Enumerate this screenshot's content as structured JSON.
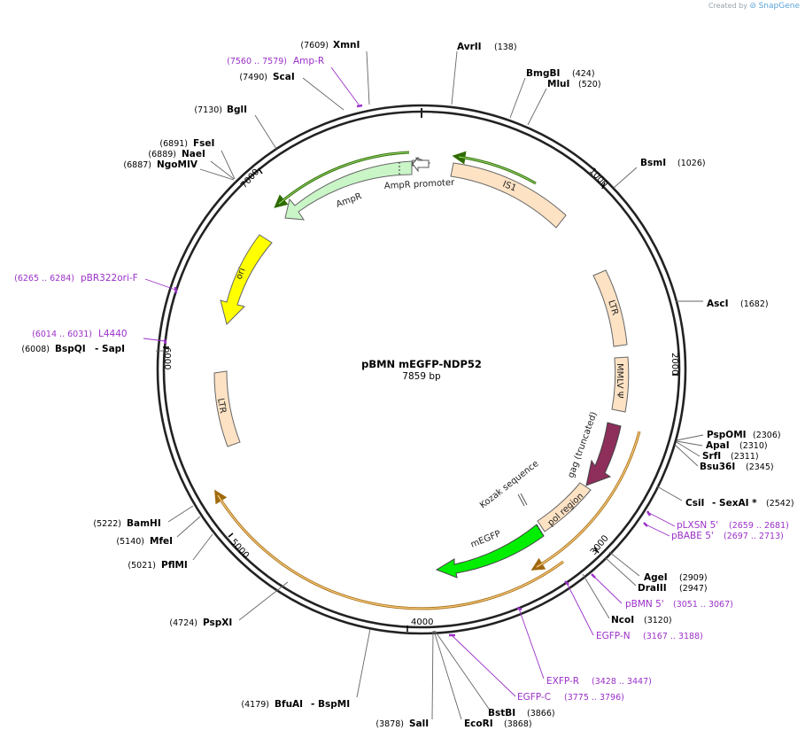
{
  "credit": {
    "prefix": "Created by",
    "brand": "SnapGene"
  },
  "plasmid": {
    "name": "pBMN mEGFP-NDP52",
    "length_label": "7859 bp",
    "length": 7859
  },
  "ticks": [
    "1000",
    "2000",
    "3000",
    "4000",
    "5000",
    "6000",
    "7000"
  ],
  "sites": [
    {
      "name": "XmnI",
      "pos": "(7609)"
    },
    {
      "name": "ScaI",
      "pos": "(7490)"
    },
    {
      "name": "BglI",
      "pos": "(7130)"
    },
    {
      "name": "FseI",
      "pos": "(6891)"
    },
    {
      "name": "NaeI",
      "pos": "(6889)"
    },
    {
      "name": "NgoMIV",
      "pos": "(6887)"
    },
    {
      "name": "BspQI",
      "pos": "(6008)",
      "extra": "- SapI"
    },
    {
      "name": "BamHI",
      "pos": "(5222)"
    },
    {
      "name": "MfeI",
      "pos": "(5140)"
    },
    {
      "name": "PflMI",
      "pos": "(5021)"
    },
    {
      "name": "PspXI",
      "pos": "(4724)"
    },
    {
      "name": "BfuAI",
      "pos": "(4179)",
      "extra": "- BspMI"
    },
    {
      "name": "SalI",
      "pos": "(3878)"
    },
    {
      "name": "EcoRI",
      "pos": "(3868)"
    },
    {
      "name": "BstBI",
      "pos": "(3866)"
    },
    {
      "name": "AvrII",
      "pos": "(138)"
    },
    {
      "name": "BmgBI",
      "pos": "(424)"
    },
    {
      "name": "MluI",
      "pos": "(520)"
    },
    {
      "name": "BsmI",
      "pos": "(1026)"
    },
    {
      "name": "AscI",
      "pos": "(1682)"
    },
    {
      "name": "PspOMI",
      "pos": "(2306)"
    },
    {
      "name": "ApaI",
      "pos": "(2310)"
    },
    {
      "name": "SrfI",
      "pos": "(2311)"
    },
    {
      "name": "Bsu36I",
      "pos": "(2345)"
    },
    {
      "name": "CsiI",
      "pos": "(2542)",
      "extra": "- SexAI *"
    },
    {
      "name": "AgeI",
      "pos": "(2909)"
    },
    {
      "name": "DraIII",
      "pos": "(2947)"
    },
    {
      "name": "NcoI",
      "pos": "(3120)"
    }
  ],
  "primers": [
    {
      "name": "Amp-R",
      "pos": "(7560 .. 7579)"
    },
    {
      "name": "pBR322ori-F",
      "pos": "(6265 .. 6284)"
    },
    {
      "name": "L4440",
      "pos": "(6014 .. 6031)"
    },
    {
      "name": "pLXSN 5'",
      "pos": "(2659 .. 2681)"
    },
    {
      "name": "pBABE 5'",
      "pos": "(2697 .. 2713)"
    },
    {
      "name": "pBMN 5'",
      "pos": "(3051 .. 3067)"
    },
    {
      "name": "EGFP-N",
      "pos": "(3167 .. 3188)"
    },
    {
      "name": "EXFP-R",
      "pos": "(3428 .. 3447)"
    },
    {
      "name": "EGFP-C",
      "pos": "(3775 .. 3796)"
    }
  ],
  "features": [
    {
      "name": "AmpR promoter",
      "color": "#ffffff"
    },
    {
      "name": "AmpR",
      "color": "#c9f5c7"
    },
    {
      "name": "IS1",
      "color": "#fde2c4"
    },
    {
      "name": "ori",
      "color": "#ffff00"
    },
    {
      "name": "LTR",
      "color": "#fde2c4"
    },
    {
      "name": "LTR",
      "color": "#fde2c4"
    },
    {
      "name": "MMLV Ψ",
      "color": "#fde2c4"
    },
    {
      "name": "gag (truncated)",
      "color": "#8e2e5b"
    },
    {
      "name": "pol region",
      "color": "#fde2c4"
    },
    {
      "name": "Kozak sequence",
      "color": "#ffffff"
    },
    {
      "name": "mEGFP",
      "color": "#00ee00"
    }
  ],
  "colors": {
    "primer": "#9b30c8",
    "orf_green": "#2e8a00",
    "orf_orange": "#f0b04a"
  }
}
